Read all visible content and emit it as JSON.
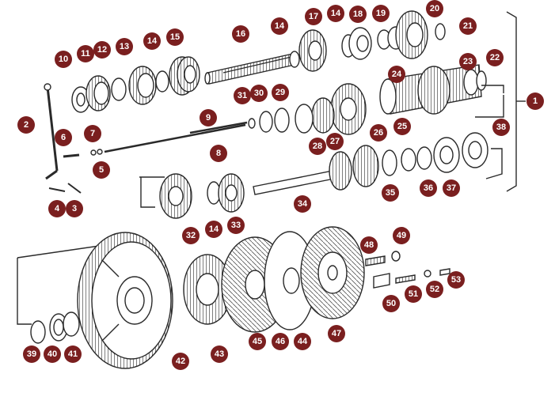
{
  "colors": {
    "callout_fill": "#7a1f1f",
    "callout_text": "#ffffff",
    "line_art": "#2a2a2a",
    "background": "#ffffff"
  },
  "callouts": [
    {
      "id": "1",
      "label": "1"
    },
    {
      "id": "2",
      "label": "2"
    },
    {
      "id": "3",
      "label": "3"
    },
    {
      "id": "4",
      "label": "4"
    },
    {
      "id": "5",
      "label": "5"
    },
    {
      "id": "6",
      "label": "6"
    },
    {
      "id": "7",
      "label": "7"
    },
    {
      "id": "8",
      "label": "8"
    },
    {
      "id": "9",
      "label": "9"
    },
    {
      "id": "10",
      "label": "10"
    },
    {
      "id": "11",
      "label": "11"
    },
    {
      "id": "12",
      "label": "12"
    },
    {
      "id": "13",
      "label": "13"
    },
    {
      "id": "14a",
      "label": "14"
    },
    {
      "id": "15",
      "label": "15"
    },
    {
      "id": "16",
      "label": "16"
    },
    {
      "id": "14b",
      "label": "14"
    },
    {
      "id": "17",
      "label": "17"
    },
    {
      "id": "14c",
      "label": "14"
    },
    {
      "id": "18",
      "label": "18"
    },
    {
      "id": "19",
      "label": "19"
    },
    {
      "id": "20",
      "label": "20"
    },
    {
      "id": "21",
      "label": "21"
    },
    {
      "id": "22",
      "label": "22"
    },
    {
      "id": "23",
      "label": "23"
    },
    {
      "id": "24",
      "label": "24"
    },
    {
      "id": "25",
      "label": "25"
    },
    {
      "id": "26",
      "label": "26"
    },
    {
      "id": "27",
      "label": "27"
    },
    {
      "id": "28",
      "label": "28"
    },
    {
      "id": "29",
      "label": "29"
    },
    {
      "id": "30",
      "label": "30"
    },
    {
      "id": "31",
      "label": "31"
    },
    {
      "id": "38",
      "label": "38"
    },
    {
      "id": "37",
      "label": "37"
    },
    {
      "id": "36",
      "label": "36"
    },
    {
      "id": "35",
      "label": "35"
    },
    {
      "id": "34",
      "label": "34"
    },
    {
      "id": "33",
      "label": "33"
    },
    {
      "id": "14d",
      "label": "14"
    },
    {
      "id": "32",
      "label": "32"
    },
    {
      "id": "39",
      "label": "39"
    },
    {
      "id": "40",
      "label": "40"
    },
    {
      "id": "41",
      "label": "41"
    },
    {
      "id": "42",
      "label": "42"
    },
    {
      "id": "43",
      "label": "43"
    },
    {
      "id": "45",
      "label": "45"
    },
    {
      "id": "46",
      "label": "46"
    },
    {
      "id": "44",
      "label": "44"
    },
    {
      "id": "47",
      "label": "47"
    },
    {
      "id": "48",
      "label": "48"
    },
    {
      "id": "49",
      "label": "49"
    },
    {
      "id": "50",
      "label": "50"
    },
    {
      "id": "51",
      "label": "51"
    },
    {
      "id": "52",
      "label": "52"
    },
    {
      "id": "53",
      "label": "53"
    }
  ]
}
